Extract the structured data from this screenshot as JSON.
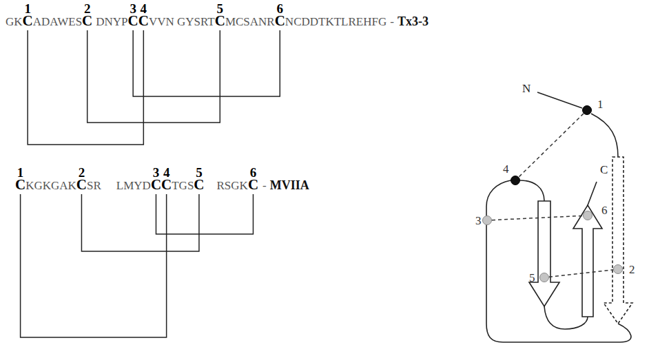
{
  "diagram": {
    "nodes": [
      {
        "text": [
          "1"
        ]
      },
      {
        "text": [
          "4"
        ]
      },
      {
        "text": [
          "3"
        ]
      },
      {
        "text": [
          "6"
        ]
      },
      {
        "text": [
          "2"
        ]
      },
      {
        "text": [
          "5"
        ]
      }
    ],
    "edges": [
      {
        "from": 0,
        "to": 1,
        "arrow": "none"
      },
      {
        "from": 2,
        "to": 3,
        "arrow": "none"
      },
      {
        "from": 5,
        "to": 4,
        "arrow": "none"
      }
    ],
    "labels": [
      "1",
      "2",
      "3",
      "4",
      "5",
      "6",
      "GK",
      "C",
      "ADAWES",
      "C",
      "DNYP",
      "C",
      "C",
      "VVN GYSRT",
      "C",
      "MCSANR",
      "C",
      "NCDDTKTLREHFG",
      "-",
      "Tx3-3",
      "1",
      "2",
      "3",
      "4",
      "5",
      "6",
      "C",
      "KGKGAK",
      "C",
      "SR",
      "LMYD",
      "C",
      "C",
      "TGS",
      "C",
      "RSGK",
      "C",
      "-",
      "MVIIA",
      "N",
      "C"
    ]
  }
}
